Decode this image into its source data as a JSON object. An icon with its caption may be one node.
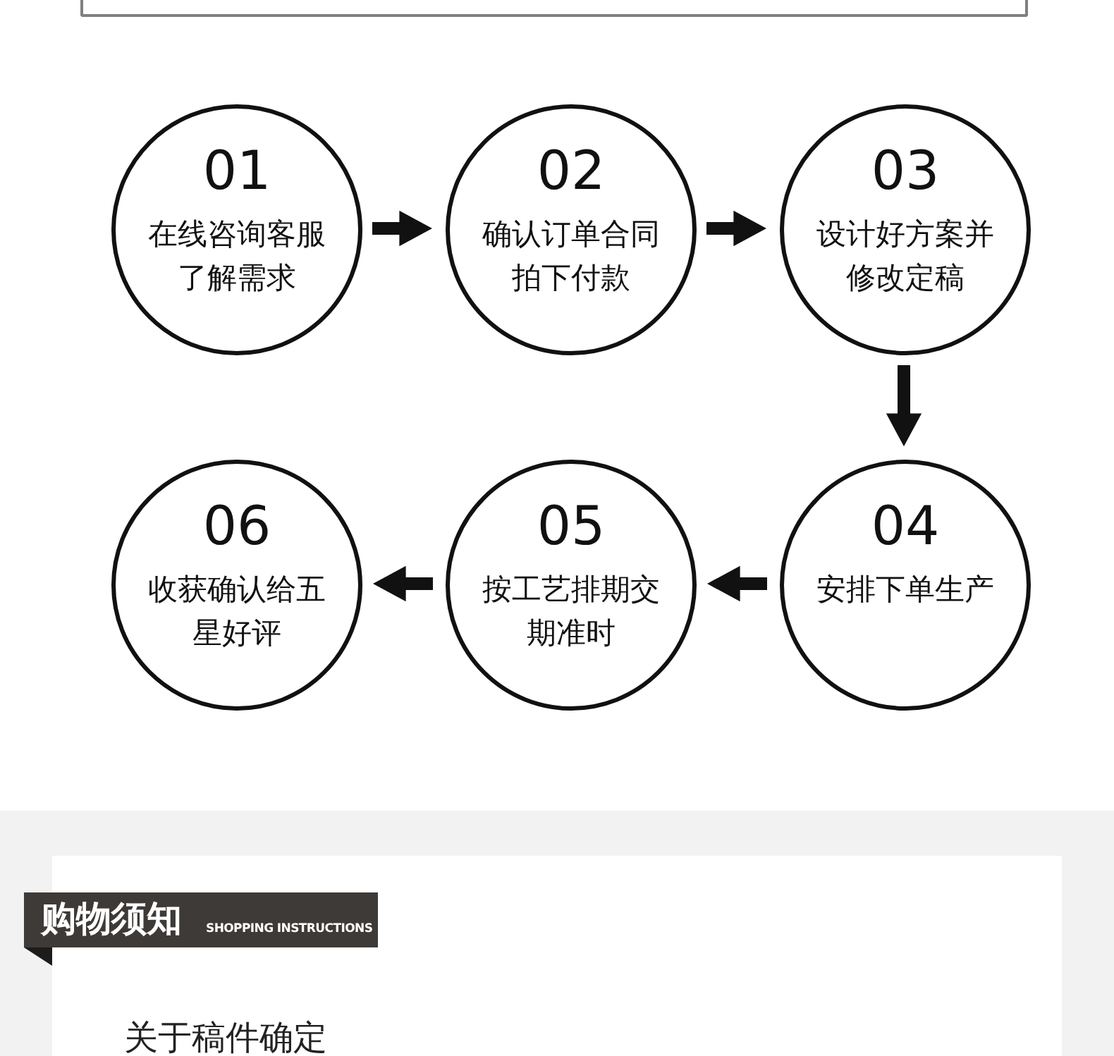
{
  "diagram": {
    "nodes": [
      {
        "text": [
          "01",
          "在线咨询客服了解需求"
        ]
      },
      {
        "text": [
          "02",
          "确认订单合同拍下付款"
        ]
      },
      {
        "text": [
          "03",
          "设计好方案并修改定稿"
        ]
      },
      {
        "text": [
          "04",
          "安排下单生产"
        ]
      },
      {
        "text": [
          "05",
          "按工艺排期交期准时"
        ]
      },
      {
        "text": [
          "06",
          "收获确认给五星好评"
        ]
      }
    ],
    "edges": [
      {
        "from": 0,
        "to": 1,
        "arrow": "to"
      },
      {
        "from": 1,
        "to": 2,
        "arrow": "to"
      },
      {
        "from": 2,
        "to": 3,
        "arrow": "to"
      },
      {
        "from": 3,
        "to": 4,
        "arrow": "to"
      },
      {
        "from": 4,
        "to": 5,
        "arrow": "to"
      }
    ],
    "labels": [
      "购物须知",
      "SHOPPING INSTRUCTIONS",
      "关于稿件确定"
    ]
  }
}
